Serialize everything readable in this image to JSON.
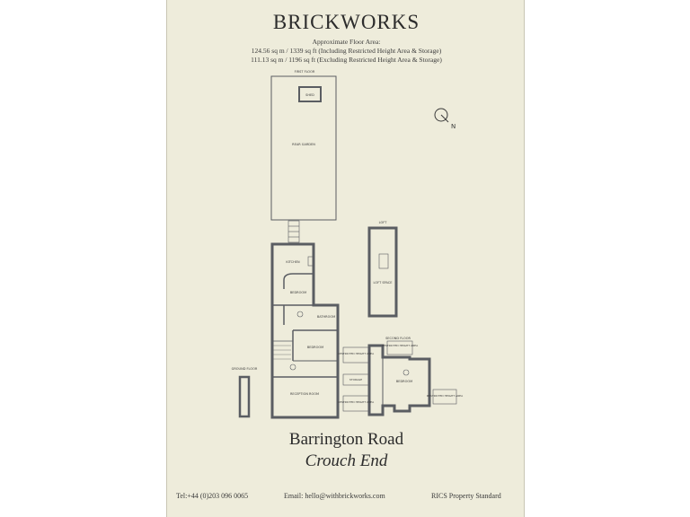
{
  "brand": "BRICKWORKS",
  "floor_area": {
    "heading": "Approximate Floor Area:",
    "line1": "124.56 sq m / 1339 sq ft (Including Restricted Height Area & Storage)",
    "line2": "111.13 sq m / 1196 sq ft (Excluding Restricted Height Area & Storage)"
  },
  "compass_label": "N",
  "floors": {
    "first": "FIRST FLOOR",
    "loft": "LOFT",
    "second": "SECOND FLOOR",
    "ground": "GROUND FLOOR"
  },
  "rooms": {
    "shed": "SHED",
    "garden": "REAR GARDEN",
    "kitchen": "KITCHEN",
    "bedroom1": "BEDROOM",
    "bathroom": "BATHROOM",
    "bedroom2": "BEDROOM",
    "reception": "RECEPTION ROOM",
    "loft_room": "LOFT SPACE",
    "bedroom3": "BEDROOM",
    "storage": "STORAGE",
    "restricted": "RESTRICTED HEIGHT AREA"
  },
  "address": {
    "street": "Barrington Road",
    "area": "Crouch End"
  },
  "footer": {
    "tel": "Tel:+44 (0)203 096 0065",
    "email": "Email: hello@withbrickworks.com",
    "standard": "RICS Property Standard"
  },
  "colors": {
    "paper": "#eeecdb",
    "wall": "#5a5d62",
    "text": "#2c2c2c"
  }
}
